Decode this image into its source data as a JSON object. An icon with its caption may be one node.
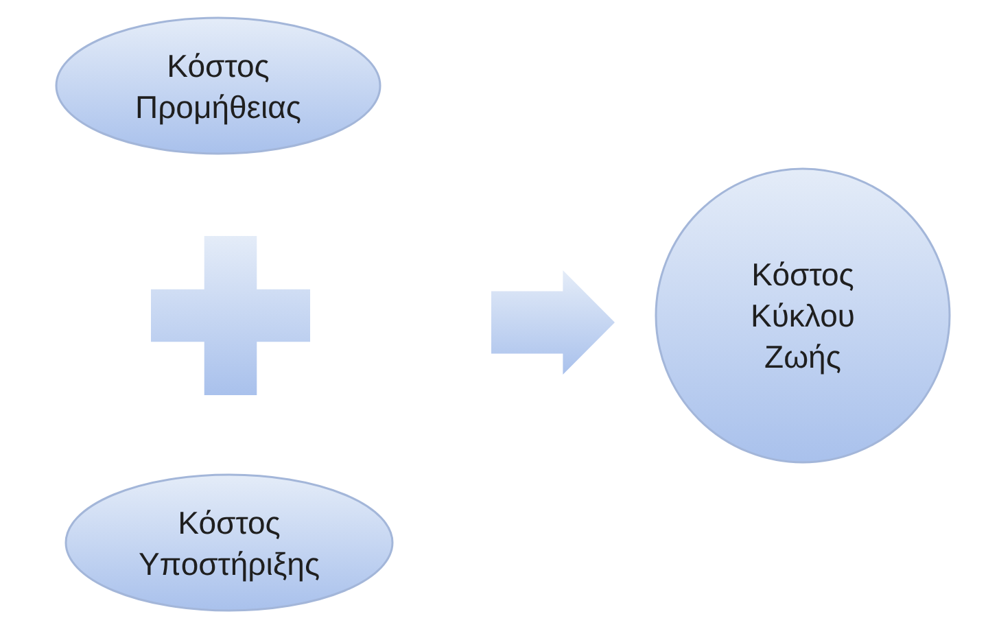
{
  "diagram": {
    "nodes": [
      {
        "text": [
          "Κόστος Προμήθειας"
        ]
      },
      {
        "text": [],
        "shape": "plus"
      },
      {
        "text": [
          "Κόστος Υποστήριξης"
        ]
      },
      {
        "text": [],
        "shape": "arrow"
      },
      {
        "text": [
          "Κόστος Κύκλου Ζωής"
        ]
      }
    ]
  }
}
